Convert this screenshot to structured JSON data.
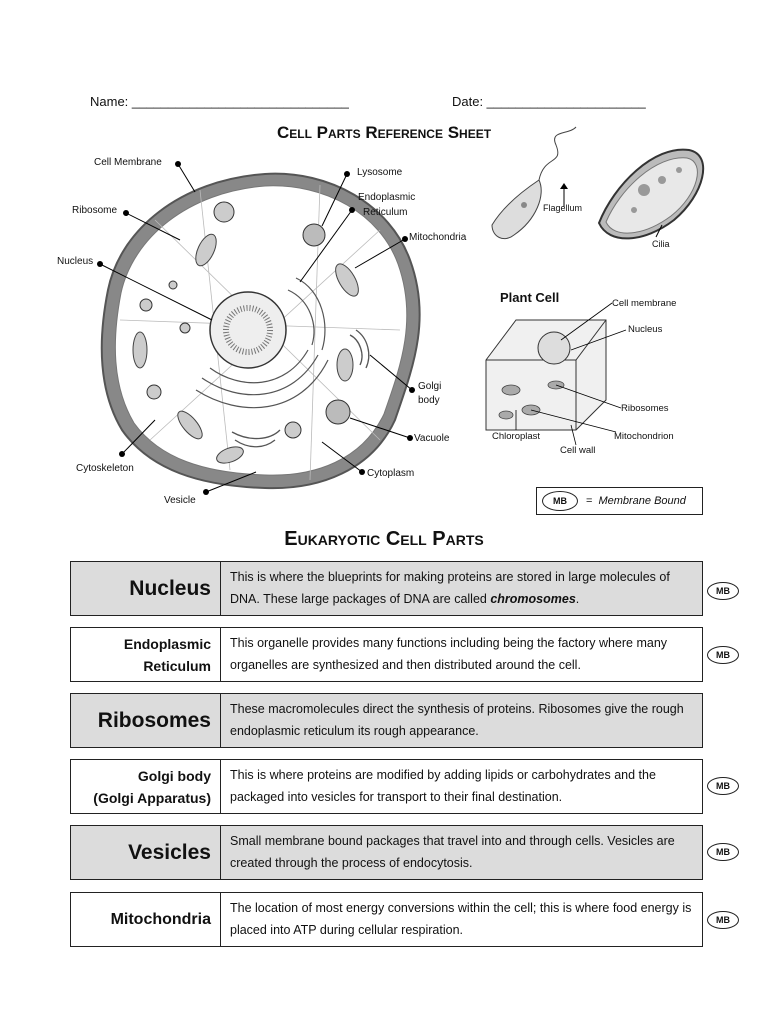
{
  "header": {
    "name_label": "Name: ______________________________",
    "date_label": "Date: ______________________",
    "title": "Cell Parts Reference Sheet"
  },
  "animal_cell_labels": {
    "cell_membrane": "Cell Membrane",
    "ribosome": "Ribosome",
    "nucleus": "Nucleus",
    "lysosome": "Lysosome",
    "er_line1": "Endoplasmic",
    "er_line2": "Reticulum",
    "mitochondria": "Mitochondria",
    "golgi_line1": "Golgi",
    "golgi_line2": "body",
    "vacuole": "Vacuole",
    "cytoplasm": "Cytoplasm",
    "cytoskeleton": "Cytoskeleton",
    "vesicle": "Vesicle"
  },
  "protist_labels": {
    "flagellum": "Flagellum",
    "cilia": "Cilia"
  },
  "plant_cell": {
    "title": "Plant Cell",
    "cell_membrane": "Cell membrane",
    "nucleus": "Nucleus",
    "ribosomes": "Ribosomes",
    "mitochondrion": "Mitochondrion",
    "chloroplast": "Chloroplast",
    "cell_wall": "Cell wall"
  },
  "legend": {
    "badge": "MB",
    "equals": "=",
    "text": "Membrane Bound"
  },
  "section_title": "Eukaryotic Cell Parts",
  "parts": [
    {
      "term_line1": "Nucleus",
      "term_line2": "",
      "desc_before": "This is where the blueprints for making proteins are stored in large molecules of DNA.  These large packages of DNA are called ",
      "desc_em": "chromosomes",
      "desc_after": ".",
      "mb": "MB"
    },
    {
      "term_line1": "Endoplasmic",
      "term_line2": "Reticulum",
      "desc_before": "This organelle provides many functions including being the factory where many organelles are synthesized and then distributed around the cell.",
      "desc_em": "",
      "desc_after": "",
      "mb": "MB"
    },
    {
      "term_line1": "Ribosomes",
      "term_line2": "",
      "desc_before": "These macromolecules direct the synthesis of proteins.  Ribosomes give the rough endoplasmic reticulum its rough appearance.",
      "desc_em": "",
      "desc_after": "",
      "mb": ""
    },
    {
      "term_line1": "Golgi body",
      "term_line2": "(Golgi Apparatus)",
      "desc_before": "This is where proteins are modified by adding lipids or carbohydrates and the packaged into vesicles for transport to their final destination.",
      "desc_em": "",
      "desc_after": "",
      "mb": "MB"
    },
    {
      "term_line1": "Vesicles",
      "term_line2": "",
      "desc_before": "Small membrane bound packages that travel into and through cells.  Vesicles are created through the process of endocytosis.",
      "desc_em": "",
      "desc_after": "",
      "mb": "MB"
    },
    {
      "term_line1": "Mitochondria",
      "term_line2": "",
      "desc_before": "The location of most energy conversions within the cell; this is where food energy is placed into ATP during cellular respiration.",
      "desc_em": "",
      "desc_after": "",
      "mb": "MB"
    }
  ]
}
